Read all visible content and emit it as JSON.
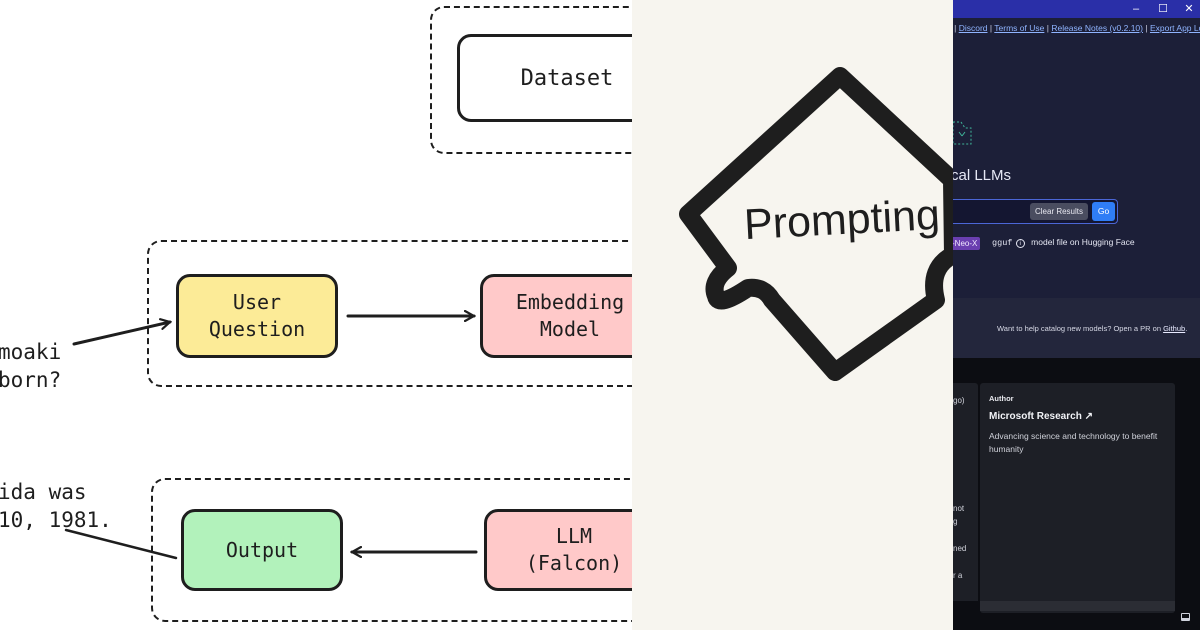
{
  "diagram": {
    "dataset_label": "Dataset",
    "user_question_label": "User\nQuestion",
    "embedding_model_label": "Embedding\nModel",
    "output_label": "Output",
    "llm_label": "LLM\n(Falcon)",
    "question_text": [
      "moaki",
      "born?"
    ],
    "answer_text": [
      "ida was",
      "10, 1981."
    ]
  },
  "logo": {
    "word": "Prompting"
  },
  "app": {
    "window_controls": [
      "–",
      "☐",
      "✕"
    ],
    "links": [
      "b",
      "Discord",
      "Terms of Use",
      "Release Notes (v0.2.10)",
      "Export App Logs ↗"
    ],
    "heading": "cal LLMs",
    "clear_results_label": "Clear Results",
    "go_label": "Go",
    "arch_tag": "-Neo-X",
    "gguf_label": "gguf",
    "info_icon": "i",
    "gguf_suffix": "model file on Hugging Face",
    "help_text": "Want to help catalog new models? Open a PR on",
    "help_link": "Github",
    "help_period": ".",
    "card": {
      "left_frag_top": "go)",
      "left_frags": [
        "not",
        "g",
        "ned",
        "r a"
      ],
      "author_label": "Author",
      "author_name": "Microsoft Research ↗",
      "author_description": "Advancing science and technology to benefit humanity"
    }
  }
}
